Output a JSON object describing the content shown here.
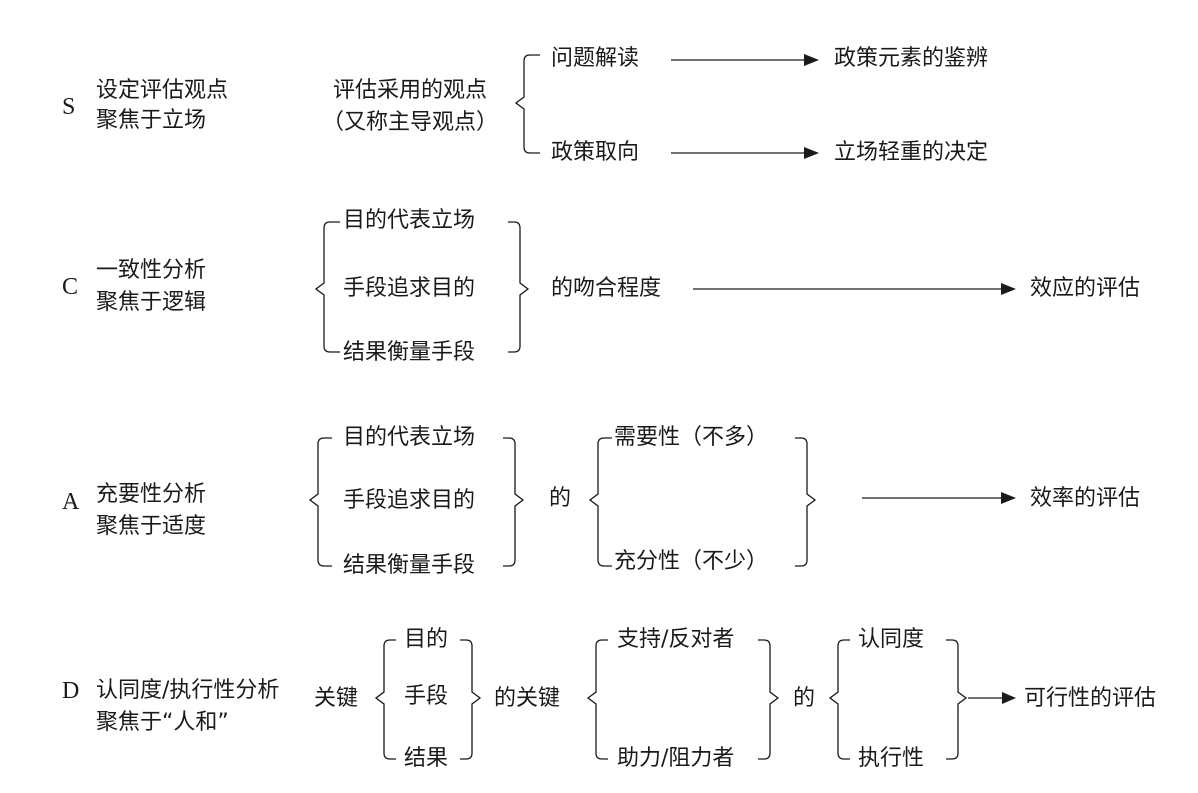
{
  "s": {
    "letter": "S",
    "title": "设定评估观点",
    "focus": "聚焦于立场",
    "view_line1": "评估采用的观点",
    "view_line2": "（又称主导观点）",
    "item1": "问题解读",
    "item2": "政策取向",
    "result1": "政策元素的鉴辨",
    "result2": "立场轻重的决定"
  },
  "c": {
    "letter": "C",
    "title": "一致性分析",
    "focus": "聚焦于逻辑",
    "items": [
      "目的代表立场",
      "手段追求目的",
      "结果衡量手段"
    ],
    "connector": "的吻合程度",
    "result": "效应的评估"
  },
  "a": {
    "letter": "A",
    "title": "充要性分析",
    "focus": "聚焦于适度",
    "items": [
      "目的代表立场",
      "手段追求目的",
      "结果衡量手段"
    ],
    "connector": "的",
    "need_items": [
      "需要性（不多）",
      "充分性（不少）"
    ],
    "result": "效率的评估"
  },
  "d": {
    "letter": "D",
    "title": "认同度/执行性分析",
    "focus": "聚焦于“人和”",
    "key_label": "关键",
    "items": [
      "目的",
      "手段",
      "结果"
    ],
    "connector1": "的关键",
    "actors": [
      "支持/反对者",
      "助力/阻力者"
    ],
    "connector2": "的",
    "outcomes": [
      "认同度",
      "执行性"
    ],
    "result": "可行性的评估"
  }
}
